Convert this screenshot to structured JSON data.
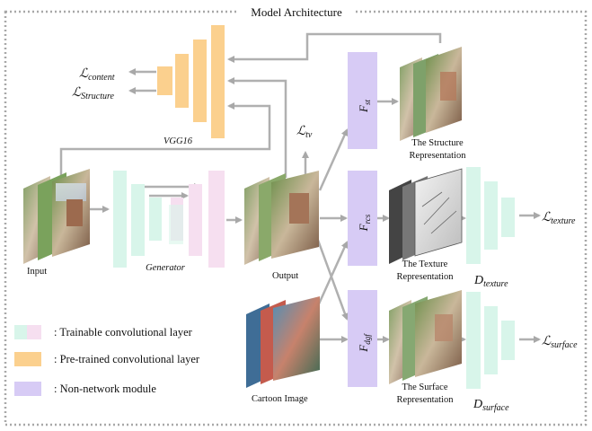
{
  "title": "Model Architecture",
  "labels": {
    "input": "Input",
    "generator": "Generator",
    "output": "Output",
    "vgg": "VGG16",
    "cartoon": "Cartoon Image",
    "structure_rep_1": "The Structure",
    "structure_rep_2": "Representation",
    "texture_rep_1": "The Texture",
    "texture_rep_2": "Representation",
    "surface_rep_1": "The Surface",
    "surface_rep_2": "Representation"
  },
  "losses": {
    "content": "content",
    "structure": "Structure",
    "tv": "tv",
    "texture": "texture",
    "surface": "surface",
    "symbol": "ℒ"
  },
  "modules": {
    "f_st": "st",
    "f_rcs": "rcs",
    "f_dgf": "dgf",
    "f_symbol": "F",
    "d_symbol": "D",
    "d_texture": "texture",
    "d_surface": "surface"
  },
  "legend": [
    {
      "text": ": Trainable convolutional layer",
      "colors": [
        "#d8f5ea",
        "#f6dff0"
      ]
    },
    {
      "text": ": Pre-trained convolutional layer",
      "colors": [
        "#fbd08e"
      ]
    },
    {
      "text": ": Non-network module",
      "colors": [
        "#d7cbf5"
      ]
    }
  ],
  "colors": {
    "trainable_green": "#d8f5ea",
    "trainable_pink": "#f6dff0",
    "pretrained": "#fbd08e",
    "module": "#d7cbf5",
    "arrow": "#b0b0b0",
    "border": "#a8a8a8"
  }
}
